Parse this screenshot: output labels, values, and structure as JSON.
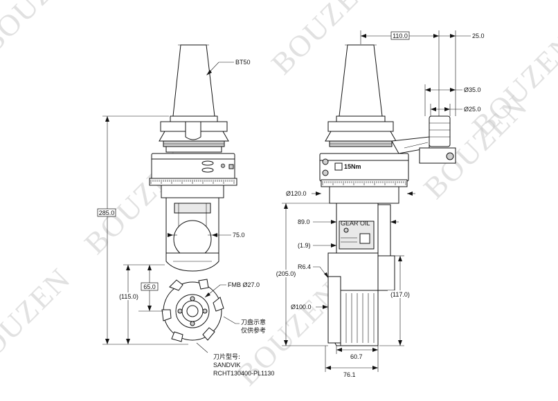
{
  "watermark": {
    "text": "BOUZEN"
  },
  "left_view": {
    "taper_label": "BT50",
    "dim_height_total": "285.0",
    "dim_spindle_dia": "75.0",
    "dim_65": "65.0",
    "dim_115": "(115.0)",
    "fmb_label": "FMB Ø27.0",
    "cutter_note_line1": "刀盘示意",
    "cutter_note_line2": "仅供参考",
    "insert_label_line1": "刀片型号:",
    "insert_label_line2": "SANDVIK",
    "insert_label_line3": "RCHT130400-PL1130"
  },
  "right_view": {
    "dim_110": "110.0",
    "dim_25_top": "25.0",
    "dim_35": "Ø35.0",
    "dim_25_dia": "Ø25.0",
    "torque_label": "15Nm",
    "dim_120": "Ø120.0",
    "dim_89": "89.0",
    "dim_1_9": "(1.9)",
    "dim_205": "(205.0)",
    "dim_r6_4": "R6.4",
    "dim_100": "Ø100.0",
    "dim_117": "(117.0)",
    "dim_60_7": "60.7",
    "dim_76_1": "76.1",
    "gear_oil_label": "GEAR OIL"
  }
}
